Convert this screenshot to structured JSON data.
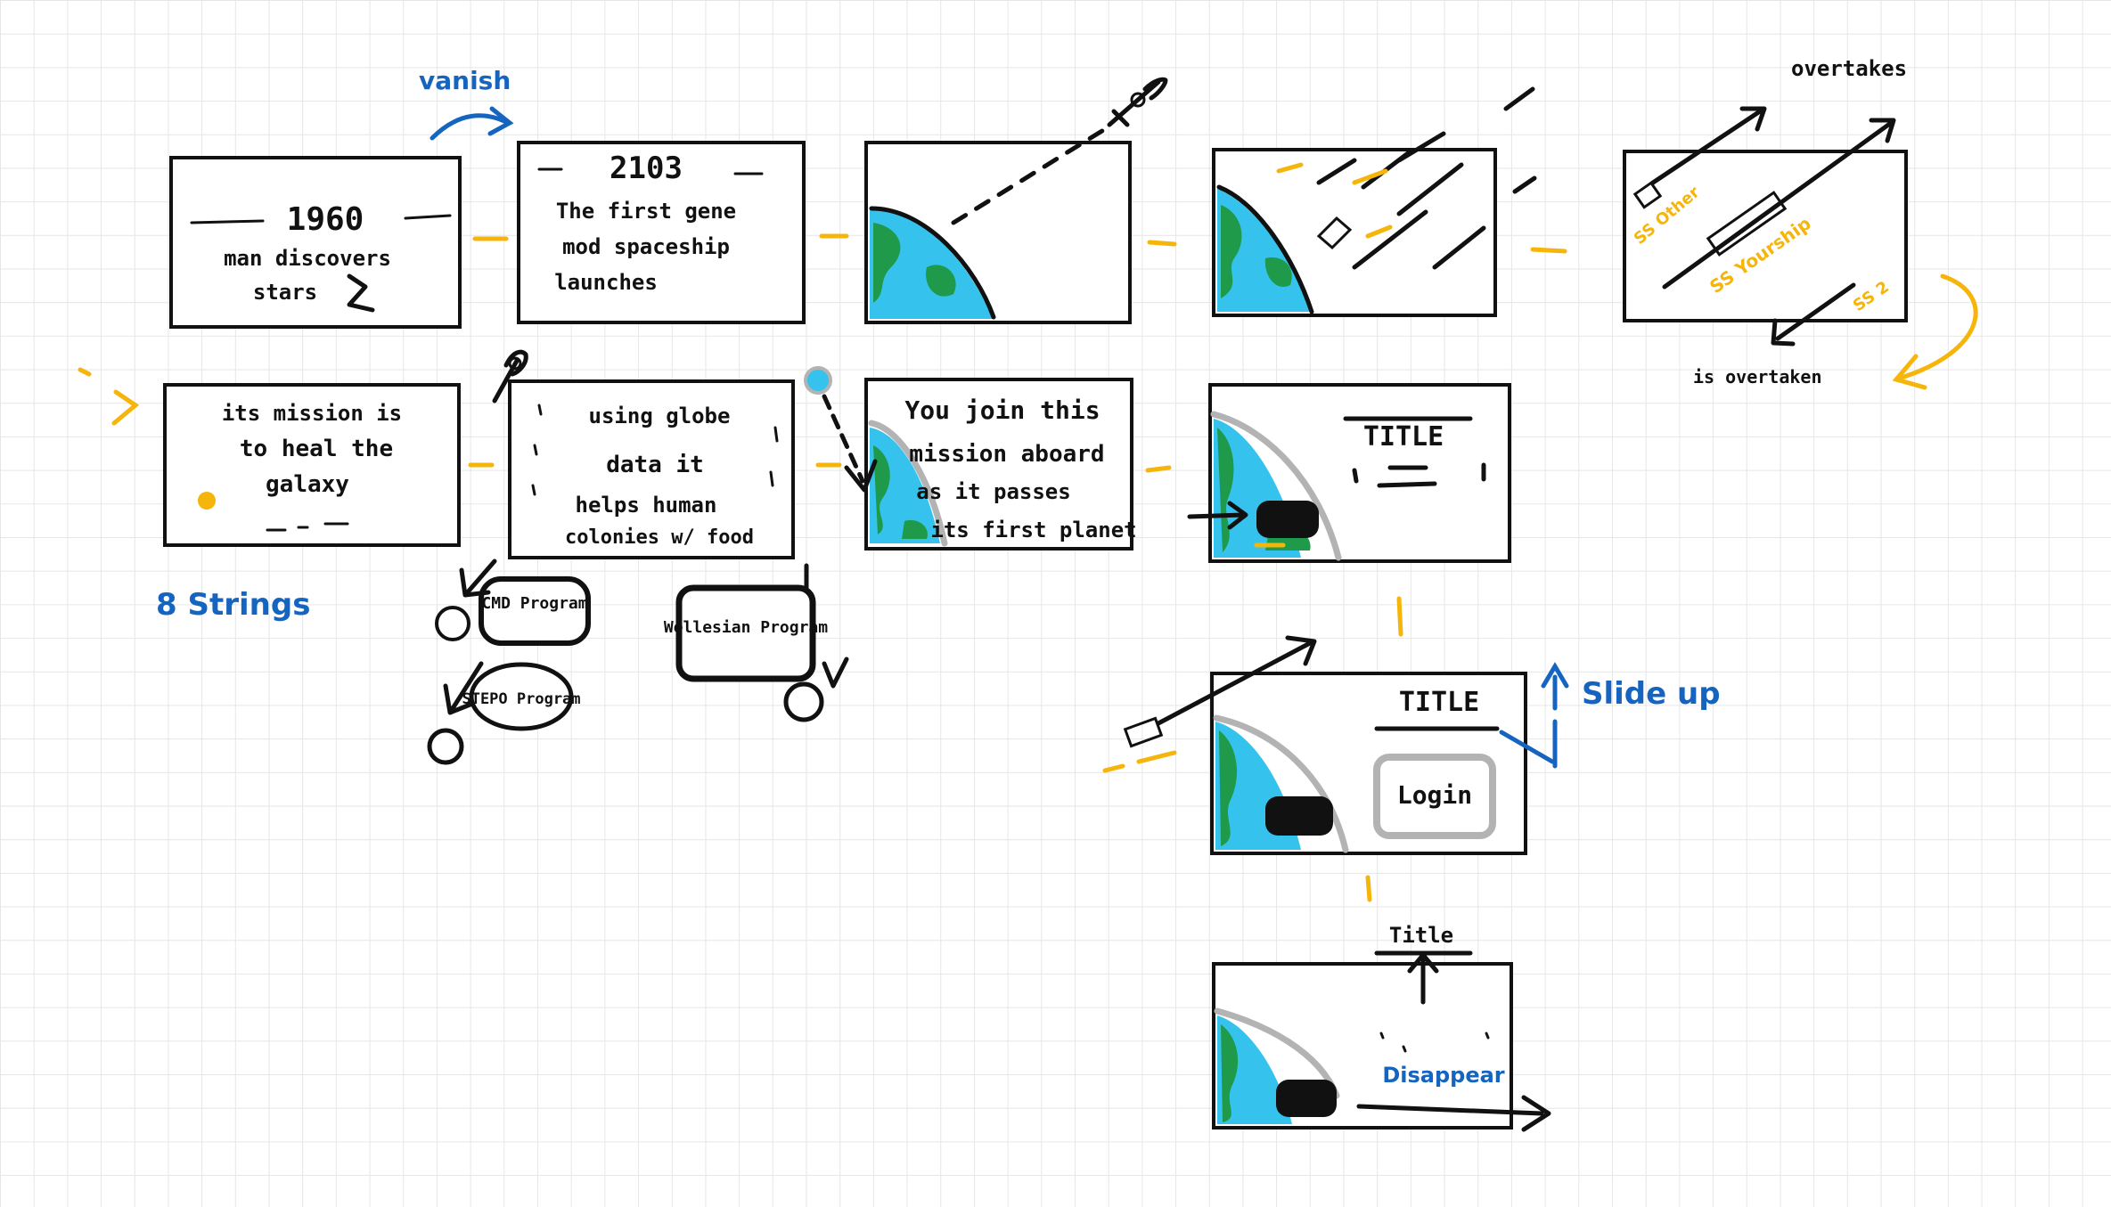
{
  "panels": {
    "p1": {
      "year": "1960",
      "line1": "man discovers",
      "line2": "stars"
    },
    "p2": {
      "year": "2103",
      "line1": "The first gene",
      "line2": "mod spaceship",
      "line3": "launches"
    },
    "p5": {
      "label_top": "overtakes",
      "label_bottom": "is overtaken",
      "ship_a": "SS Other",
      "ship_b": "SS Yourship",
      "ship_c": "SS 2"
    },
    "p6": {
      "line1": "its mission is",
      "line2": "to heal the",
      "line3": "galaxy"
    },
    "p7": {
      "line1": "using globe",
      "line2": "data it",
      "line3": "helps human",
      "line4": "colonies w/ food"
    },
    "p8": {
      "line1": "You join this",
      "line2": "mission aboard",
      "line3": "as it passes",
      "line4": "its first planet"
    },
    "p9": {
      "title": "TITLE"
    },
    "p10": {
      "title": "TITLE",
      "button": "Login"
    },
    "p11": {
      "title": "Title",
      "disappear": "Disappear"
    }
  },
  "notes": {
    "vanish": "vanish",
    "strings": "8 Strings",
    "slide_up": "Slide up",
    "bubble_1": "CMD Program",
    "bubble_2": "STEPO Program",
    "bubble_3": "Wellesian Program"
  },
  "colors": {
    "ink": "#111111",
    "connector": "#f5b50a",
    "note": "#1565c0",
    "ocean": "#35c3ee",
    "land": "#1f9a4a",
    "orbit": "#b3b3b3"
  }
}
